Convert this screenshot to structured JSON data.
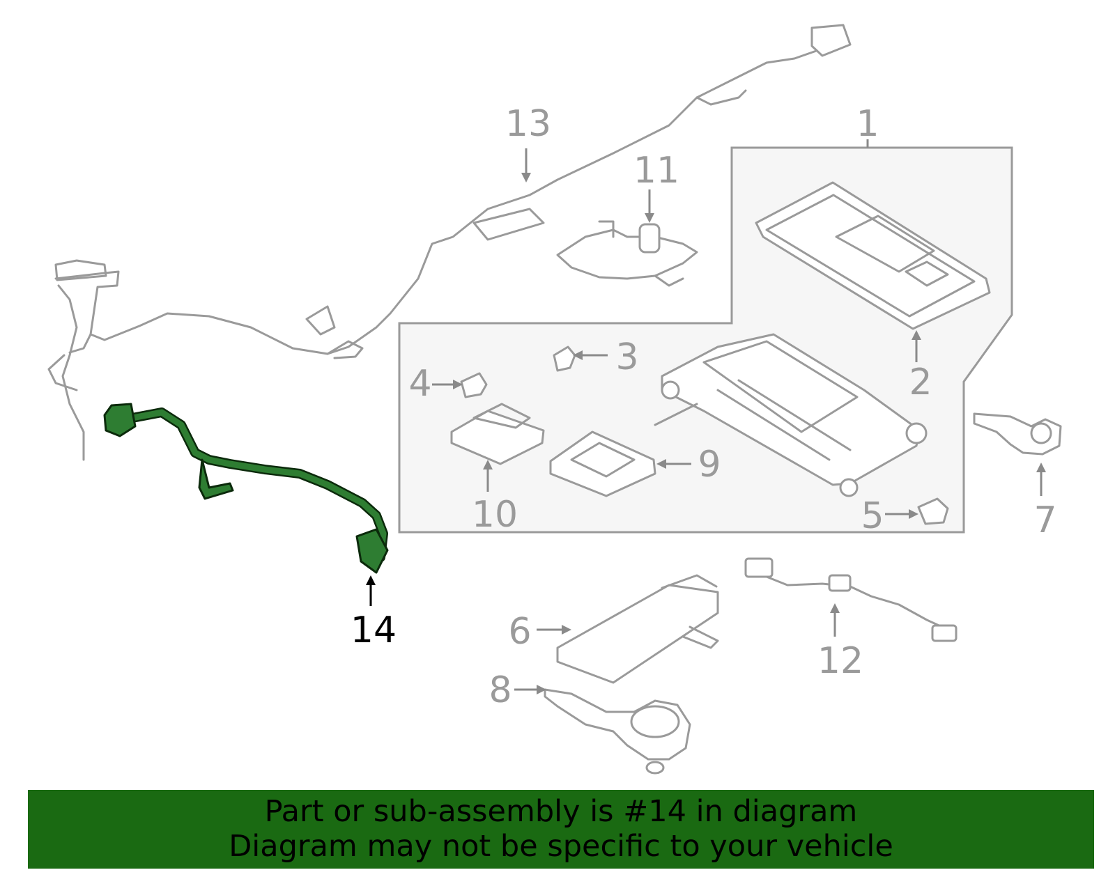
{
  "callouts": [
    {
      "id": "1",
      "text": "1"
    },
    {
      "id": "2",
      "text": "2"
    },
    {
      "id": "3",
      "text": "3"
    },
    {
      "id": "4",
      "text": "4"
    },
    {
      "id": "5",
      "text": "5"
    },
    {
      "id": "6",
      "text": "6"
    },
    {
      "id": "7",
      "text": "7"
    },
    {
      "id": "8",
      "text": "8"
    },
    {
      "id": "9",
      "text": "9"
    },
    {
      "id": "10",
      "text": "10"
    },
    {
      "id": "11",
      "text": "11"
    },
    {
      "id": "12",
      "text": "12"
    },
    {
      "id": "13",
      "text": "13"
    },
    {
      "id": "14",
      "text": "14"
    }
  ],
  "highlight": {
    "part": "14",
    "color": "#2e7d32",
    "text_color": "#000000"
  },
  "colors": {
    "line_gray": "#9a9a9a",
    "banner_bg": "#1a6a12",
    "panel_bg": "#f6f6f6"
  },
  "banner": {
    "line1": "Part or sub-assembly is #14 in diagram",
    "line2": "Diagram may not be specific to your vehicle"
  }
}
